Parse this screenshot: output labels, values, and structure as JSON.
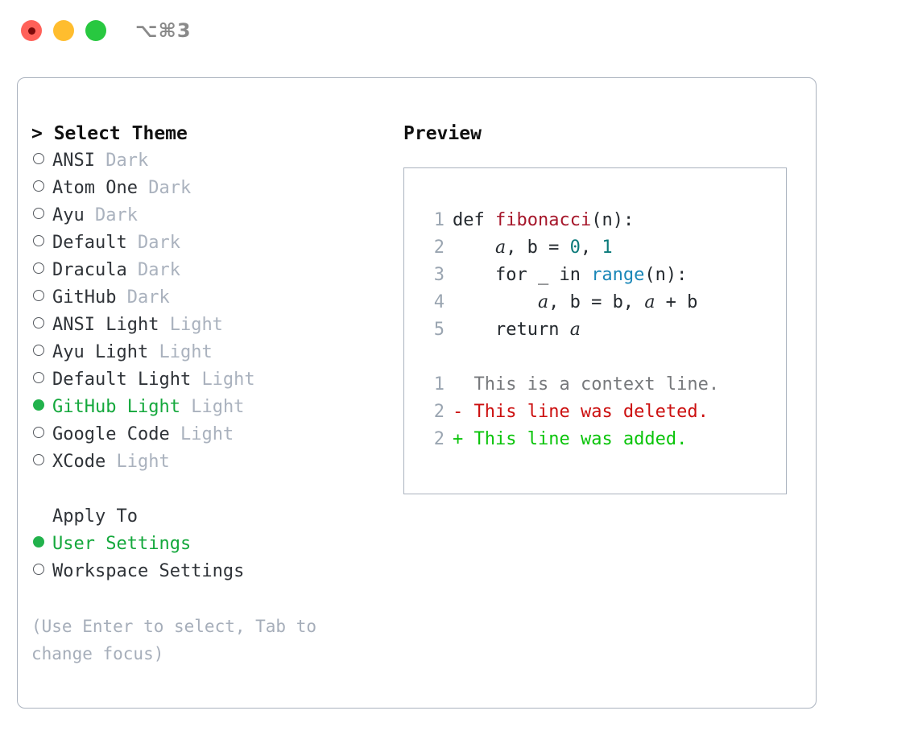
{
  "window": {
    "title": "⌥⌘3",
    "traffic_lights": [
      {
        "name": "close",
        "color": "#ff6159"
      },
      {
        "name": "minimize",
        "color": "#ffbd2e"
      },
      {
        "name": "zoom",
        "color": "#28c840"
      }
    ]
  },
  "theme_list": {
    "header": "> Select Theme",
    "items": [
      {
        "marker": "○",
        "label": "ANSI",
        "tag": "Dark",
        "selected": false
      },
      {
        "marker": "○",
        "label": "Atom One",
        "tag": "Dark",
        "selected": false
      },
      {
        "marker": "○",
        "label": "Ayu",
        "tag": "Dark",
        "selected": false
      },
      {
        "marker": "○",
        "label": "Default",
        "tag": "Dark",
        "selected": false
      },
      {
        "marker": "○",
        "label": "Dracula",
        "tag": "Dark",
        "selected": false
      },
      {
        "marker": "○",
        "label": "GitHub",
        "tag": "Dark",
        "selected": false
      },
      {
        "marker": "○",
        "label": "ANSI Light",
        "tag": "Light",
        "selected": false
      },
      {
        "marker": "○",
        "label": "Ayu Light",
        "tag": "Light",
        "selected": false
      },
      {
        "marker": "○",
        "label": "Default Light",
        "tag": "Light",
        "selected": false
      },
      {
        "marker": "●",
        "label": "GitHub Light",
        "tag": "Light",
        "selected": true
      },
      {
        "marker": "○",
        "label": "Google Code",
        "tag": "Light",
        "selected": false
      },
      {
        "marker": "○",
        "label": "XCode",
        "tag": "Light",
        "selected": false
      }
    ]
  },
  "apply_to": {
    "header": "Apply To",
    "items": [
      {
        "marker": "●",
        "label": "User Settings",
        "selected": true
      },
      {
        "marker": "○",
        "label": "Workspace Settings",
        "selected": false
      }
    ]
  },
  "hint": "(Use Enter to select, Tab to change focus)",
  "preview": {
    "title": "Preview",
    "code_lines": [
      {
        "ln": "1",
        "tokens": [
          {
            "t": "def ",
            "k": "def"
          },
          {
            "t": "fibonacci",
            "k": "fn"
          },
          {
            "t": "(n):",
            "k": "plain"
          }
        ]
      },
      {
        "ln": "2",
        "tokens": [
          {
            "t": "    ",
            "k": "plain"
          },
          {
            "t": "a",
            "k": "var"
          },
          {
            "t": ", b = ",
            "k": "plain"
          },
          {
            "t": "0",
            "k": "num"
          },
          {
            "t": ", ",
            "k": "plain"
          },
          {
            "t": "1",
            "k": "num"
          }
        ]
      },
      {
        "ln": "3",
        "tokens": [
          {
            "t": "    for _ in ",
            "k": "plain"
          },
          {
            "t": "range",
            "k": "builtin"
          },
          {
            "t": "(n):",
            "k": "plain"
          }
        ]
      },
      {
        "ln": "4",
        "tokens": [
          {
            "t": "        ",
            "k": "plain"
          },
          {
            "t": "a",
            "k": "var"
          },
          {
            "t": ", b = b, ",
            "k": "plain"
          },
          {
            "t": "a",
            "k": "var"
          },
          {
            "t": " + b",
            "k": "plain"
          }
        ]
      },
      {
        "ln": "5",
        "tokens": [
          {
            "t": "    return ",
            "k": "plain"
          },
          {
            "t": "a",
            "k": "var"
          }
        ]
      }
    ],
    "diff_lines": [
      {
        "ln": "1",
        "prefix": "  ",
        "text": "This is a context line.",
        "kind": "context"
      },
      {
        "ln": "2",
        "prefix": "- ",
        "text": "This line was deleted.",
        "kind": "deleted"
      },
      {
        "ln": "2",
        "prefix": "+ ",
        "text": "This line was added.",
        "kind": "added"
      }
    ]
  },
  "colors": {
    "accent_green": "#14a83c",
    "selected_dot": "#22b24c",
    "tag_gray": "#aab2be",
    "hint_gray": "#a6aeba",
    "line_number": "#9aa5b1",
    "border": "#aab2be",
    "fn_red": "#a6172b",
    "number_teal": "#0b7a7a",
    "builtin_blue": "#1a87b8",
    "diff_del": "#cc1010",
    "diff_add": "#0ac40a",
    "diff_ctx": "#77797c"
  }
}
